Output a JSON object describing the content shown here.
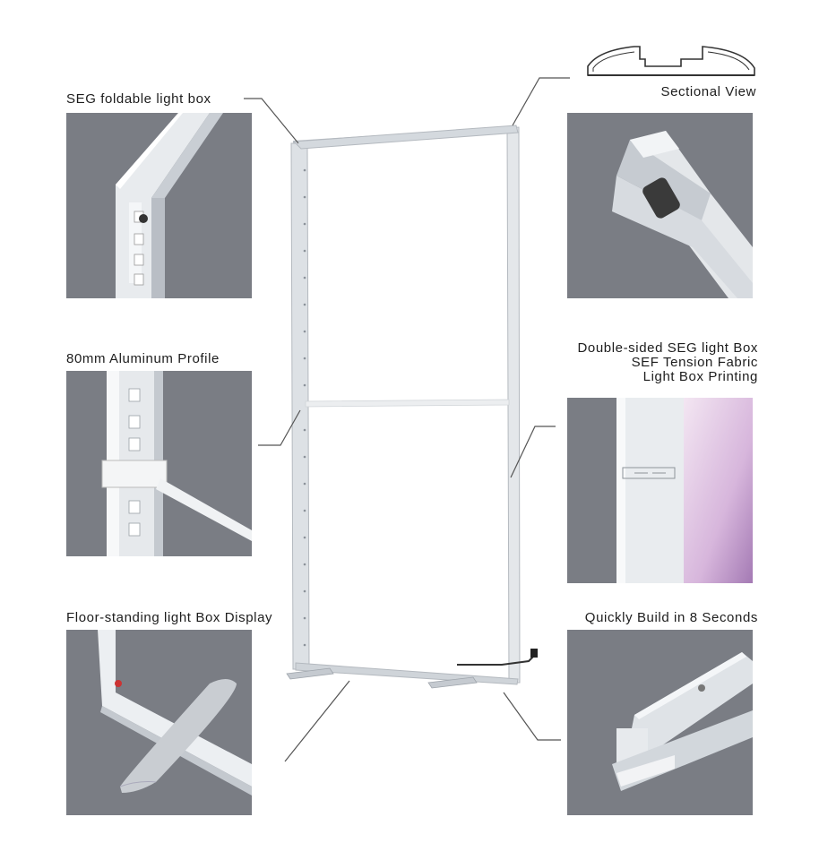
{
  "labels": {
    "foldable": "SEG foldable light box",
    "sectional": "Sectional View",
    "profile": "80mm Aluminum Profile",
    "double_line1": "Double-sided SEG light Box",
    "double_line2": "SEF Tension Fabric",
    "double_line3": "Light Box Printing",
    "floor": "Floor-standing light Box Display",
    "quick": "Quickly Build in 8 Seconds"
  },
  "colors": {
    "panel_bg": "#7a7d84",
    "aluminum": "#d9dde2",
    "leader_line": "#555555"
  },
  "icons": {
    "corner_detail": "frame-corner-photo",
    "profile_end": "profile-end-photo",
    "connector": "connector-joint-photo",
    "fabric_edge": "fabric-edge-photo",
    "foot": "base-foot-photo",
    "profile_bar": "profile-bar-photo"
  }
}
